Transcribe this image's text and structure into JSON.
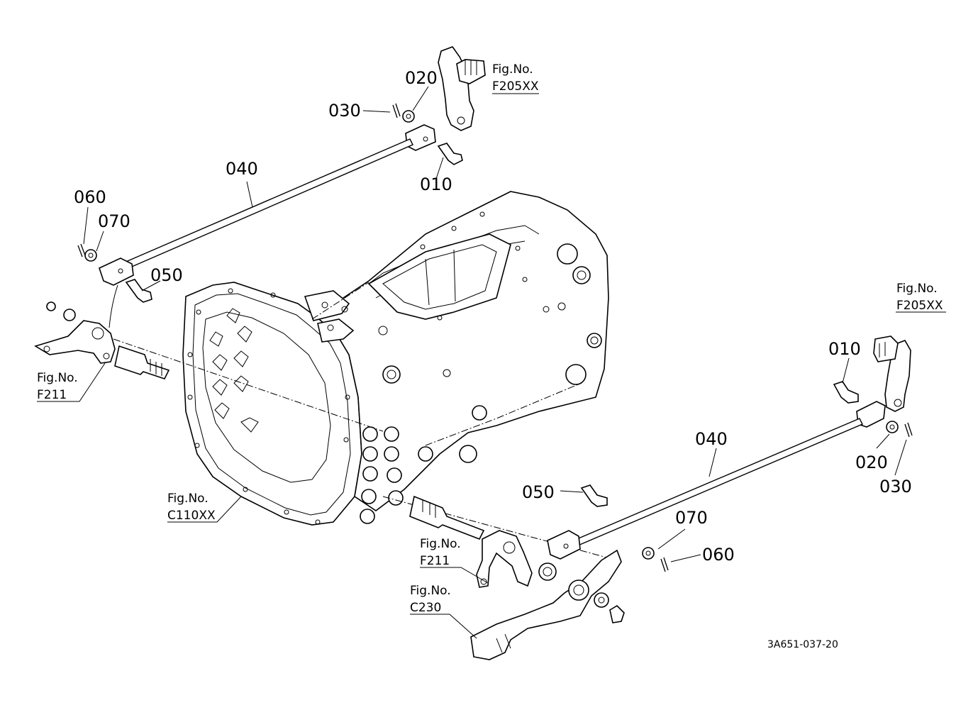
{
  "parts": {
    "top_010": "010",
    "top_020": "020",
    "top_030": "030",
    "top_040": "040",
    "left_050": "050",
    "left_060": "060",
    "left_070": "070",
    "right_010": "010",
    "right_020": "020",
    "right_030": "030",
    "right_040": "040",
    "bottom_050": "050",
    "bottom_060": "060",
    "bottom_070": "070"
  },
  "figures": {
    "top_right": {
      "prefix": "Fig.No.",
      "code": "F205XX"
    },
    "far_right": {
      "prefix": "Fig.No.",
      "code": "F205XX"
    },
    "left_arm": {
      "prefix": "Fig.No.",
      "code": "F211"
    },
    "housing": {
      "prefix": "Fig.No.",
      "code": "C110XX"
    },
    "bottom_arm": {
      "prefix": "Fig.No.",
      "code": "F211"
    },
    "bottom_lever": {
      "prefix": "Fig.No.",
      "code": "C230"
    }
  },
  "drawing_code": "3A651-037-20"
}
